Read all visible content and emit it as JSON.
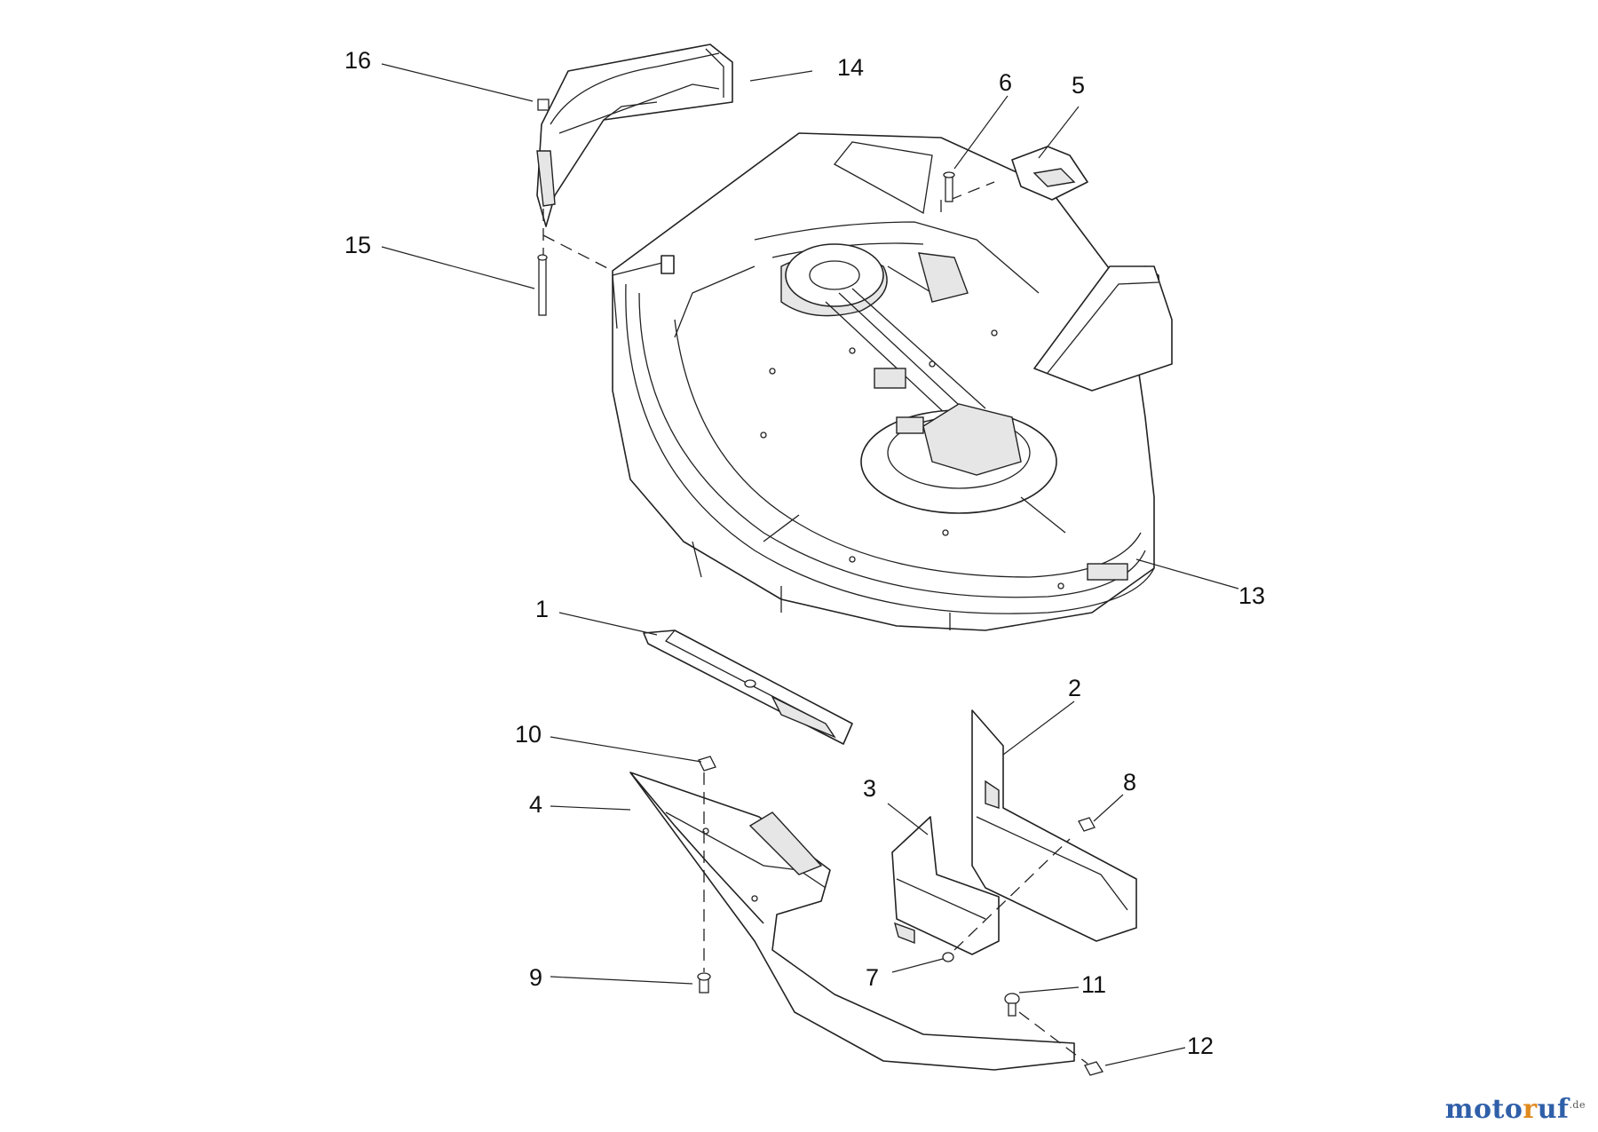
{
  "callouts": [
    {
      "id": "1",
      "label": "1"
    },
    {
      "id": "2",
      "label": "2"
    },
    {
      "id": "3",
      "label": "3"
    },
    {
      "id": "4",
      "label": "4"
    },
    {
      "id": "5",
      "label": "5"
    },
    {
      "id": "6",
      "label": "6"
    },
    {
      "id": "7",
      "label": "7"
    },
    {
      "id": "8",
      "label": "8"
    },
    {
      "id": "9",
      "label": "9"
    },
    {
      "id": "10",
      "label": "10"
    },
    {
      "id": "11",
      "label": "11"
    },
    {
      "id": "12",
      "label": "12"
    },
    {
      "id": "13",
      "label": "13"
    },
    {
      "id": "14",
      "label": "14"
    },
    {
      "id": "15",
      "label": "15"
    },
    {
      "id": "16",
      "label": "16"
    }
  ],
  "watermark": {
    "part1": "moto",
    "part2": "r",
    "part3": "uf",
    "suffix": ".de"
  }
}
